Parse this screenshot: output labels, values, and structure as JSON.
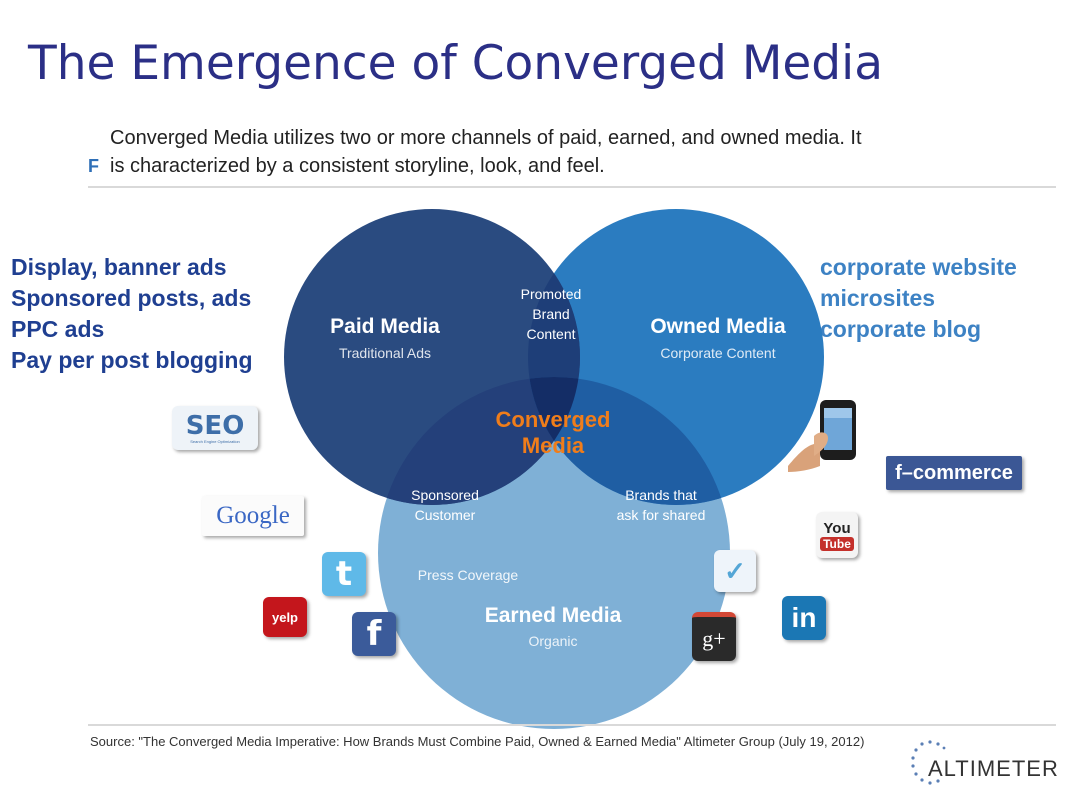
{
  "title": "The Emergence of Converged Media",
  "subtitle_marker": "F",
  "subtitle": "Converged Media utilizes two or more channels of paid, earned, and owned media. It is characterized by a consistent storyline, look, and feel.",
  "left_list": [
    "Display, banner ads",
    "Sponsored posts, ads",
    "PPC ads",
    "Pay per post blogging"
  ],
  "right_list": [
    "corporate website",
    "microsites",
    "corporate blog"
  ],
  "venn": {
    "paid": {
      "title": "Paid Media",
      "subtitle": "Traditional Ads",
      "color": "#2a4b80"
    },
    "owned": {
      "title": "Owned Media",
      "subtitle": "Corporate Content",
      "color": "#2b7cc0"
    },
    "earned": {
      "title": "Earned Media",
      "subtitle": "Organic",
      "color": "#7fb0d6"
    },
    "paid_owned": [
      "Promoted",
      "Brand",
      "Content"
    ],
    "paid_earned": [
      "Sponsored",
      "Customer"
    ],
    "owned_earned": [
      "Brands that",
      "ask for shared"
    ],
    "press": "Press Coverage",
    "center": [
      "Converged",
      "Media"
    ],
    "center_color": "#f07d1a"
  },
  "logos": {
    "seo": {
      "text": "SEO",
      "caption": "Search Engine Optimization"
    },
    "google": "Google",
    "twitter": "t",
    "yelp": "yelp",
    "facebook": "f",
    "foursquare": "✓",
    "gplus": "g+",
    "linkedin": "in",
    "youtube": {
      "top": "You",
      "bottom": "Tube"
    },
    "fcommerce": "f–commerce"
  },
  "source": "Source: \"The Converged Media Imperative: How Brands Must Combine Paid, Owned & Earned Media\" Altimeter Group (July 19, 2012)",
  "altimeter": "ALTIMETER"
}
